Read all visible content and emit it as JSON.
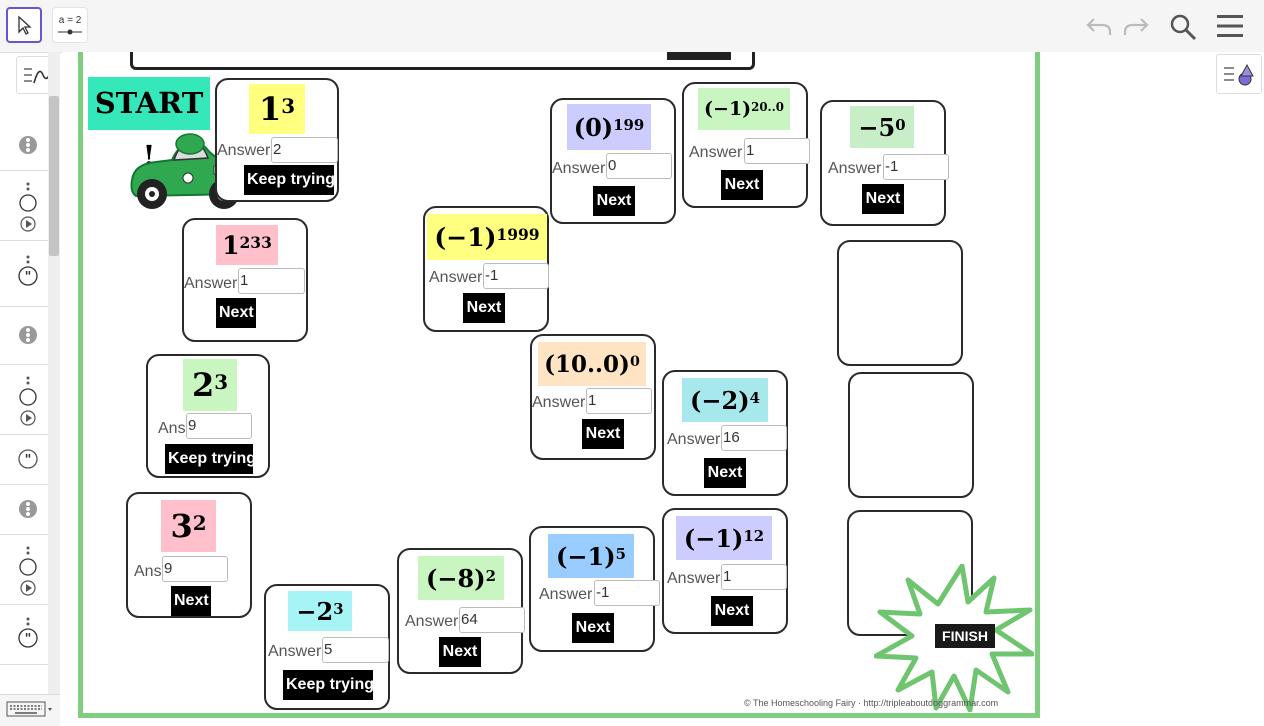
{
  "toolbar": {
    "slider_label": "a = 2"
  },
  "board": {
    "start_label": "START !",
    "finish_label": "FINISH",
    "footer": "© The Homeschooling Fairy · http://tripleaboutdoggrammar.com",
    "answer_label": "Answer",
    "short_answer_label": "Ans",
    "next_label": "Next",
    "keep_trying_label": "Keep trying"
  },
  "questions": [
    {
      "id": "q1",
      "base": "1",
      "exponent": "3",
      "answer": "2",
      "button": "Keep trying",
      "color": "#ffff80"
    },
    {
      "id": "q2",
      "base": "1",
      "exponent": "233",
      "answer": "1",
      "button": "Next",
      "color": "#ffc0cb"
    },
    {
      "id": "q3",
      "base": "2",
      "exponent": "3",
      "answer": "9",
      "button": "Keep trying",
      "color": "#c8f5c0"
    },
    {
      "id": "q4",
      "base": "3",
      "exponent": "2",
      "answer": "9",
      "button": "Next",
      "color": "#ffc0cb"
    },
    {
      "id": "q5",
      "base": "−2",
      "exponent": "3",
      "answer": "5",
      "button": "Keep trying",
      "color": "#a6f4f6"
    },
    {
      "id": "q6",
      "base": "(−8)",
      "exponent": "2",
      "answer": "64",
      "button": "Next",
      "color": "#c8f5c0"
    },
    {
      "id": "q7",
      "base": "(−1)",
      "exponent": "5",
      "answer": "-1",
      "button": "Next",
      "color": "#99ccff"
    },
    {
      "id": "q8",
      "base": "(−1)",
      "exponent": "12",
      "answer": "1",
      "button": "Next",
      "color": "#ccccff"
    },
    {
      "id": "q9",
      "base": "(−2)",
      "exponent": "4",
      "answer": "16",
      "button": "Next",
      "color": "#a6e8ec"
    },
    {
      "id": "q10",
      "base": "(10..0)",
      "exponent": "0",
      "answer": "1",
      "button": "Next",
      "color": "#ffe4c4"
    },
    {
      "id": "q11",
      "base": "(−1)",
      "exponent": "1999",
      "answer": "-1",
      "button": "Next",
      "color": "#ffff80"
    },
    {
      "id": "q12",
      "base": "(0)",
      "exponent": "199",
      "answer": "0",
      "button": "Next",
      "color": "#ccccff"
    },
    {
      "id": "q13",
      "base": "(−1)",
      "exponent": "20..0",
      "answer": "1",
      "button": "Next",
      "color": "#c8f5c0"
    },
    {
      "id": "q14",
      "base": "−5",
      "exponent": "0",
      "answer": "-1",
      "button": "Next",
      "color": "#c8eec8"
    }
  ]
}
